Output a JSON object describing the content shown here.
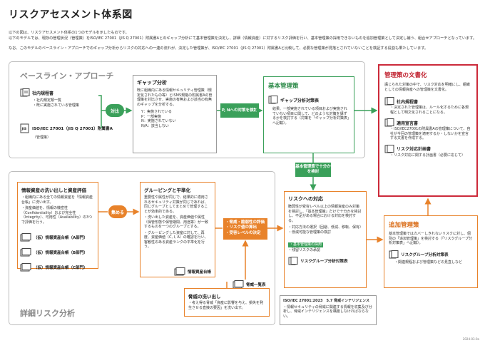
{
  "title": "リスクアセスメント体系図",
  "intro": [
    "以下の図は、リスクアセスメント体系の1つのモデルを示したものです。",
    "以下のモデルでは、現存の管理状況（管理策）をISO/IEC 27001（JIS Q 27001）附属書Aとのギャップ分析にて基本管理策を決定し、詳細（情報資産）に対するリスク評価を行い、基本管理策の採用できないものを追加管理策として決定し補う、組合せアプローチとなっています。",
    "なお、このモデルのベースライン・アプローチでのギャップ分析からリスクの対応への一連の流れが、決定した管理策が、ISO/IEC 27001（JIS Q 27001）附属書Aと比較して、必要な管理策が見落とされていないことを検証する役割も果たしています。"
  ],
  "baseline": {
    "title": "ベースライン・アプローチ",
    "internal_rules": {
      "title": "社内規程書",
      "items": [
        "・社内規定類一覧",
        "・既に実施されている管理策"
      ]
    },
    "iso_doc": {
      "title": "ISO/IEC 27001（JIS Q 27001）附属書A",
      "note": "（管理策）"
    },
    "compare": "対比",
    "gap": {
      "title": "ギャップ分析",
      "body": "既に組織内にある情報セキュリティ管理策（規定化されたもの等）とISMS規格の附属書Aの管理策を対比させ、実施の有無および該当の有無のギャップを分析する。",
      "legend": [
        "Y：実施されている",
        "P：一部実施",
        "N：実施されていない",
        "N/A：該当しない"
      ]
    },
    "pn_tag": "P, Nへの対策を検討",
    "basic": {
      "title": "基本管理策",
      "doc_title": "ギャップ分析対策表",
      "body": "結果、一部実施されている項目および実施されていない項目に関して、どのような対策を講ずるかを検討する（対策を「ギャップ分析対策表」へ記載）。"
    }
  },
  "down_tag": "基本管理策で十分かを検討",
  "docs": {
    "title": "管理策の文書化",
    "body": "講じられた対策の中で、リスク対応を明確にし、組織としての情報資産への管理策を文書化。",
    "items": [
      {
        "title": "社内規程書",
        "body": "・決定された管理策は、ルール化するために各規程として明文化されることになる。"
      },
      {
        "title": "適用宣言書",
        "body": "・ISO/IEC27001の附属書Aの管理策について、自社が今回の管理策を適用するか・しないかを宣言する文書を作成する。"
      },
      {
        "title": "リスク対応計画書",
        "body": "・リスク対応に関する計画書（必要に応じて）"
      }
    ]
  },
  "detail": {
    "title": "詳細リスク分析",
    "assets": {
      "title": "情報資産の洗い出しと資産評価",
      "items": [
        "・組織内にある全ての情報資産を「情報資産台帳」に洗い出す。",
        "・資産価値を、情報の機密性（Confidentiality）および完全性（Integrity）、可用性（Availability）の3つで評価を行う。"
      ],
      "ledgers": [
        "（仮）情報資産台帳（A部門）",
        "（仮）情報資産台帳（B部門）",
        "（仮）情報資産台帳（C部門）"
      ]
    },
    "collect": "集める",
    "group": {
      "title": "グルーピングと平準化",
      "items": [
        "重要性や属性が同じで、結果的に適用されるセキュリティ対策が同じであれば、同じグループとしてまとめて管理することが効率的である。",
        "・洗い出した資産を、資産価値や属性（保管形態や保管期間、用途等）が一致するものを一つのグループとする。",
        "・グルーピングした資産に対して、再度、資産価値（C, I, A）の確認を行い、客観性のある資産ランクの平準化を行う。"
      ],
      "ledger": "情報資産台帳"
    },
    "eval_tag": [
      "・脅威・脆弱性の評価",
      "・リスク値の算出",
      "・受容レベルの決定"
    ],
    "threat_list": "脅威一覧表",
    "threat": {
      "title": "脅威の洗い出し",
      "body": "・考え得る脅威「資産に影響を与え、損失を発生させる直接の要因」を洗い出す。"
    },
    "iso_ti": {
      "title": "ISO/IEC 27001:2023　5.7 脅威インテリジェンス",
      "body": "・情報セキュリティの脅威に関連する情報を収集及び分析し、脅威インテリジェンスを構築しなければならない。"
    },
    "risk": {
      "title": "リスクへの対応",
      "body": "脆弱性が受容レベル以上の情報資産のみ対策を検討し、「基本管理策」だけで十分かを検討し、不足がある場合における対応を検討する。",
      "items": [
        "・対応方法の選択（回避、低減、移転、保有）",
        "・低減可能な管理策の検討",
        "・基本管理策の採用",
        "・残留リスクの承認"
      ],
      "doc": "リスクグループ分析対策表"
    },
    "add": {
      "title": "追加管理策",
      "body": "基本管理策ではカバーしきれないリスクに対し、個別の「追加管理策」を検討する（「リスクグループ分析対策表」へ記載）。",
      "doc": "リスクグループ分析対策表",
      "doc_body": "・関連規程および管理策などの見直しなど"
    }
  },
  "footer": "2024-03-0a",
  "colors": {
    "green": "#3aa05a",
    "orange": "#e8822a",
    "red": "#cc2a3a",
    "gray": "#bdbdbd"
  }
}
